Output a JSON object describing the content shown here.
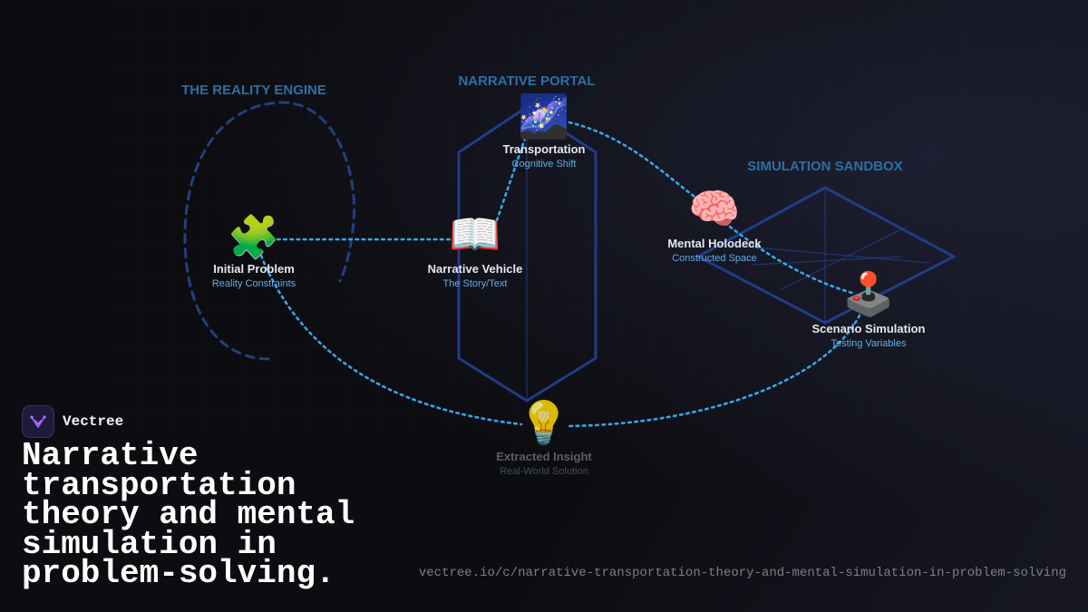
{
  "zones": {
    "reality_engine": "THE REALITY ENGINE",
    "narrative_portal": "NARRATIVE PORTAL",
    "simulation_sandbox": "SIMULATION SANDBOX"
  },
  "nodes": {
    "initial_problem": {
      "icon": "puzzle-piece",
      "glyph": "🧩",
      "title": "Initial Problem",
      "subtitle": "Reality Constraints"
    },
    "narrative_vehicle": {
      "icon": "open-book",
      "glyph": "📖",
      "title": "Narrative Vehicle",
      "subtitle": "The Story/Text"
    },
    "transportation": {
      "icon": "milky-way",
      "glyph": "🌌",
      "title": "Transportation",
      "subtitle": "Cognitive Shift"
    },
    "mental_holodeck": {
      "icon": "brain",
      "glyph": "🧠",
      "title": "Mental Holodeck",
      "subtitle": "Constructed Space"
    },
    "scenario_simulation": {
      "icon": "joystick",
      "glyph": "🕹️",
      "title": "Scenario Simulation",
      "subtitle": "Testing Variables"
    },
    "extracted_insight": {
      "icon": "light-bulb",
      "glyph": "💡",
      "title": "Extracted Insight",
      "subtitle": "Real-World Solution"
    }
  },
  "brand": {
    "name": "Vectree",
    "logo_icon": "vectree-logo-icon"
  },
  "headline": "Narrative transportation theory and mental simulation in problem-solving.",
  "url": "vectree.io/c/narrative-transportation-theory-and-mental-simulation-in-problem-solving",
  "colors": {
    "background": "#0d0d11",
    "zone_label": "#2c6fa6",
    "link": "#3aa4e6",
    "frame": "#223c86",
    "subtitle": "#5fb0e6"
  }
}
